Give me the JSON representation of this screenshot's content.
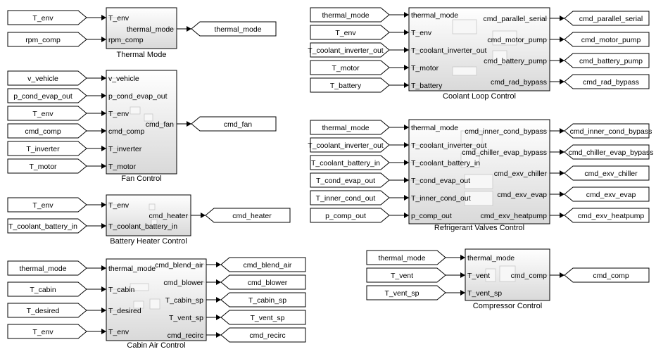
{
  "blocks": [
    {
      "title": "Thermal Mode",
      "inputs": [
        "T_env",
        "rpm_comp"
      ],
      "outputs": [
        "thermal_mode"
      ],
      "in_tags": [
        "T_env",
        "rpm_comp"
      ],
      "out_tags": [
        "thermal_mode"
      ]
    },
    {
      "title": "Fan Control",
      "inputs": [
        "v_vehicle",
        "p_cond_evap_out",
        "T_env",
        "cmd_comp",
        "T_inverter",
        "T_motor"
      ],
      "outputs": [
        "cmd_fan"
      ],
      "in_tags": [
        "v_vehicle",
        "p_cond_evap_out",
        "T_env",
        "cmd_comp",
        "T_inverter",
        "T_motor"
      ],
      "out_tags": [
        "cmd_fan"
      ]
    },
    {
      "title": "Battery Heater Control",
      "inputs": [
        "T_env",
        "T_coolant_battery_in"
      ],
      "outputs": [
        "cmd_heater"
      ],
      "in_tags": [
        "T_env",
        "T_coolant_battery_in"
      ],
      "out_tags": [
        "cmd_heater"
      ]
    },
    {
      "title": "Cabin Air Control",
      "inputs": [
        "thermal_mode",
        "T_cabin",
        "T_desired",
        "T_env"
      ],
      "outputs": [
        "cmd_blend_air",
        "cmd_blower",
        "T_cabin_sp",
        "T_vent_sp",
        "cmd_recirc"
      ],
      "in_tags": [
        "thermal_mode",
        "T_cabin",
        "T_desired",
        "T_env"
      ],
      "out_tags": [
        "cmd_blend_air",
        "cmd_blower",
        "T_cabin_sp",
        "T_vent_sp",
        "cmd_recirc"
      ]
    },
    {
      "title": "Coolant Loop Control",
      "inputs": [
        "thermal_mode",
        "T_env",
        "T_coolant_inverter_out",
        "T_motor",
        "T_battery"
      ],
      "outputs": [
        "cmd_parallel_serial",
        "cmd_motor_pump",
        "cmd_battery_pump",
        "cmd_rad_bypass"
      ],
      "in_tags": [
        "thermal_mode",
        "T_env",
        "T_coolant_inverter_out",
        "T_motor",
        "T_battery"
      ],
      "out_tags": [
        "cmd_parallel_serial",
        "cmd_motor_pump",
        "cmd_battery_pump",
        "cmd_rad_bypass"
      ]
    },
    {
      "title": "Refrigerant Valves Control",
      "inputs": [
        "thermal_mode",
        "T_coolant_inverter_out",
        "T_coolant_battery_in",
        "T_cond_evap_out",
        "T_inner_cond_out",
        "p_comp_out"
      ],
      "outputs": [
        "cmd_inner_cond_bypass",
        "cmd_chiller_evap_bypass",
        "cmd_exv_chiller",
        "cmd_exv_evap",
        "cmd_exv_heatpump"
      ],
      "in_tags": [
        "thermal_mode",
        "T_coolant_inverter_out",
        "T_coolant_battery_in",
        "T_cond_evap_out",
        "T_inner_cond_out",
        "p_comp_out"
      ],
      "out_tags": [
        "cmd_inner_cond_bypass",
        "cmd_chiller_evap_bypass",
        "cmd_exv_chiller",
        "cmd_exv_evap",
        "cmd_exv_heatpump"
      ]
    },
    {
      "title": "Compressor Control",
      "inputs": [
        "thermal_mode",
        "T_vent",
        "T_vent_sp"
      ],
      "outputs": [
        "cmd_comp"
      ],
      "in_tags": [
        "thermal_mode",
        "T_vent",
        "T_vent_sp"
      ],
      "out_tags": [
        "cmd_comp"
      ]
    }
  ],
  "colors": {
    "block_top": "#ffffff",
    "block_bottom": "#d9d9d9",
    "line": "#000000",
    "inner_detail": "#c8c8c8"
  }
}
